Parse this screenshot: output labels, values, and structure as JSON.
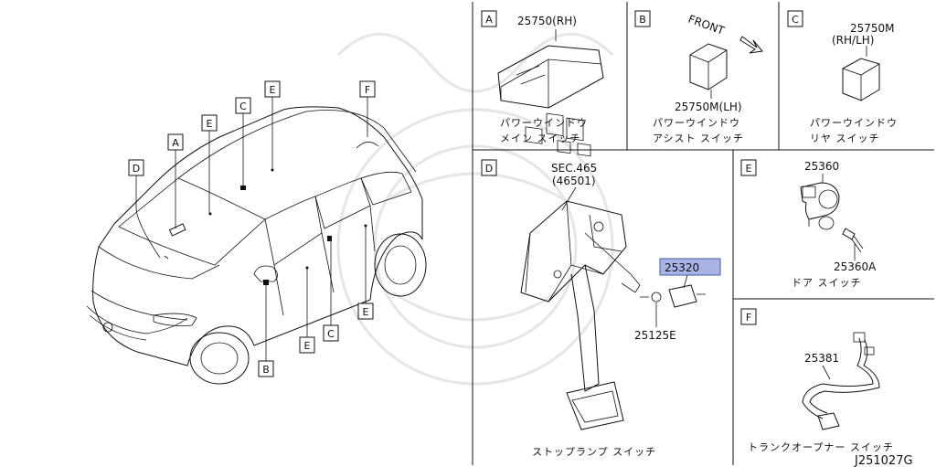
{
  "car": {
    "callouts": [
      "D",
      "A",
      "E",
      "C",
      "E",
      "F",
      "C",
      "E",
      "B",
      "E"
    ]
  },
  "panels": {
    "a": {
      "letter": "A",
      "part": "25750(RH)",
      "name_line1": "パワーウインドウ",
      "name_line2": "メイン スイッチ"
    },
    "b": {
      "letter": "B",
      "part": "25750M(LH)",
      "name_line1": "パワーウインドウ",
      "name_line2": "アシスト スイッチ",
      "front": "FRONT"
    },
    "c": {
      "letter": "C",
      "part_line1": "25750M",
      "part_line2": "(RH/LH)",
      "name_line1": "パワーウインドウ",
      "name_line2": "リヤ スイッチ"
    },
    "d": {
      "letter": "D",
      "sec_line1": "SEC.465",
      "sec_line2": "(46501)",
      "part_highlight": "25320",
      "part2": "25125E",
      "name": "ストップランプ スイッチ",
      "highlight_color": "#a9b4e6"
    },
    "e": {
      "letter": "E",
      "part1": "25360",
      "part2": "25360A",
      "name": "ドア スイッチ"
    },
    "f": {
      "letter": "F",
      "part": "25381",
      "name": "トランクオープナー スイッチ"
    }
  },
  "diagram_id": "J251027G"
}
